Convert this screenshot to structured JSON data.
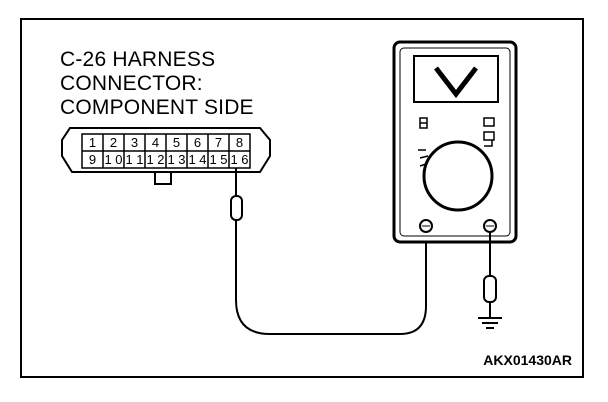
{
  "diagram": {
    "title_lines": [
      "C-26 HARNESS",
      "CONNECTOR:",
      "COMPONENT SIDE"
    ],
    "connector_pins": {
      "top_row": [
        "1",
        "2",
        "3",
        "4",
        "5",
        "6",
        "7",
        "8"
      ],
      "bottom_row": [
        "9",
        "10",
        "11",
        "12",
        "13",
        "14",
        "15",
        "16"
      ]
    },
    "probed_pin": "16",
    "meter": {
      "device": "voltmeter",
      "display_icon": "v-icon"
    },
    "ground": "ground-icon",
    "figure_code": "AKX01430AR"
  },
  "colors": {
    "line": "#000000",
    "background": "#ffffff"
  }
}
